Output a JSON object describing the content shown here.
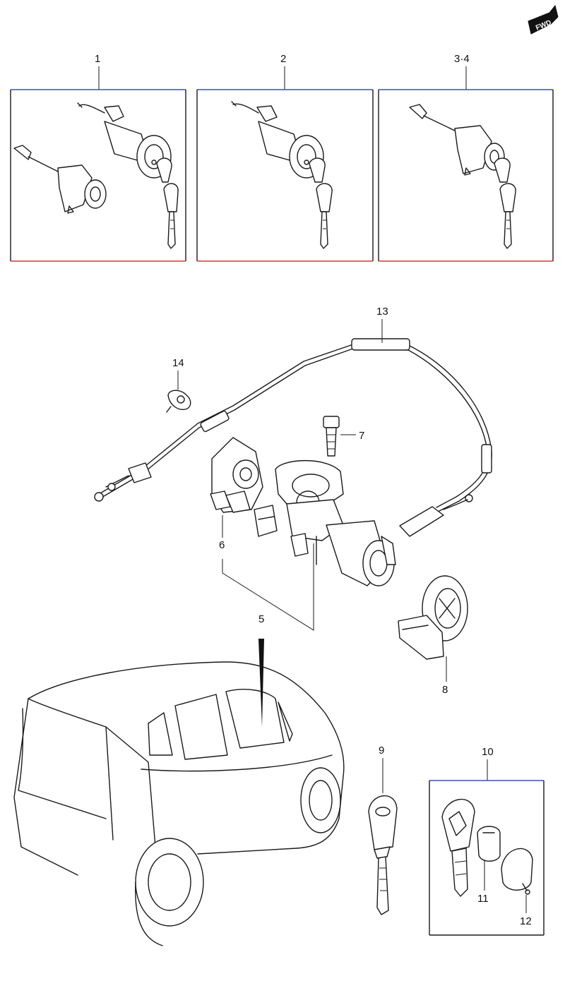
{
  "badge": {
    "text": "FWD"
  },
  "callouts": {
    "c1": "1",
    "c2": "2",
    "c34": "3·4",
    "c5": "5",
    "c6": "6",
    "c7": "7",
    "c8": "8",
    "c9": "9",
    "c10": "10",
    "c11": "11",
    "c12": "12",
    "c13": "13",
    "c14": "14"
  },
  "colors": {
    "box_top_blue": "#3b4fb8",
    "box_bottom_red": "#d23a3a",
    "line": "#1a1a1a"
  }
}
